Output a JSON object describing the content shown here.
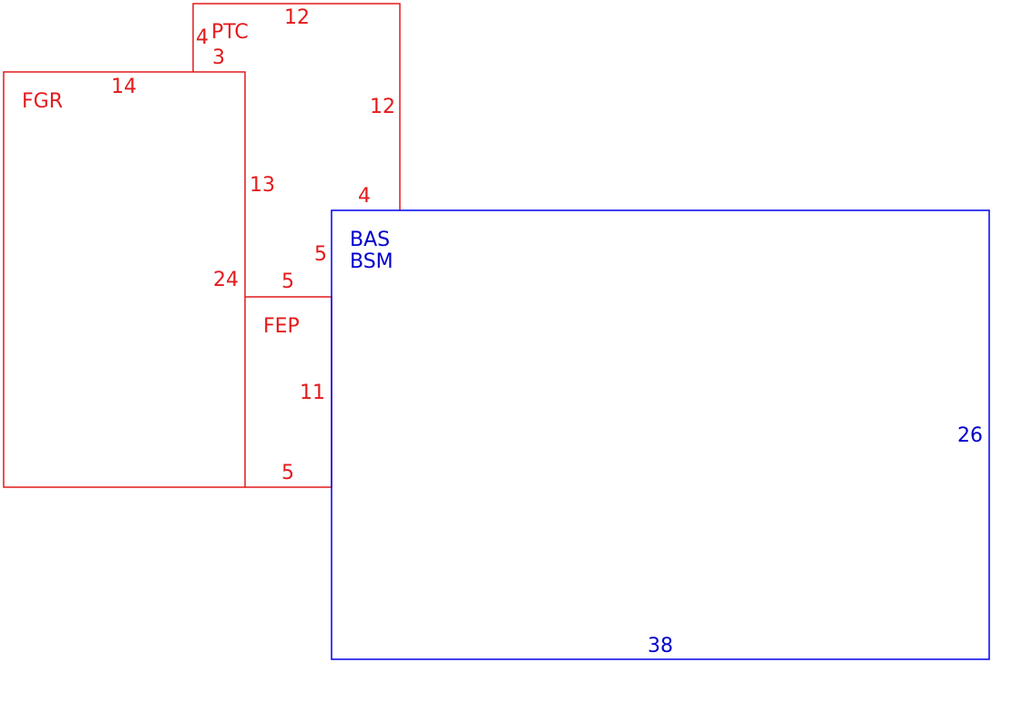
{
  "colors": {
    "red": "#e31a1c",
    "blue": "#0000cc"
  },
  "rooms": {
    "fgr": {
      "name": "FGR",
      "top": "14",
      "right": "24"
    },
    "ptc": {
      "name": "PTC",
      "top": "12",
      "right": "12",
      "left": "4",
      "bottom": "3",
      "inner_right": "13",
      "bottom_right": "4",
      "notch_right": "5"
    },
    "fep": {
      "name": "FEP",
      "top": "5",
      "right": "11",
      "bottom": "5"
    },
    "bas": {
      "name": "BAS",
      "name2": "BSM",
      "right": "26",
      "bottom": "38"
    }
  }
}
